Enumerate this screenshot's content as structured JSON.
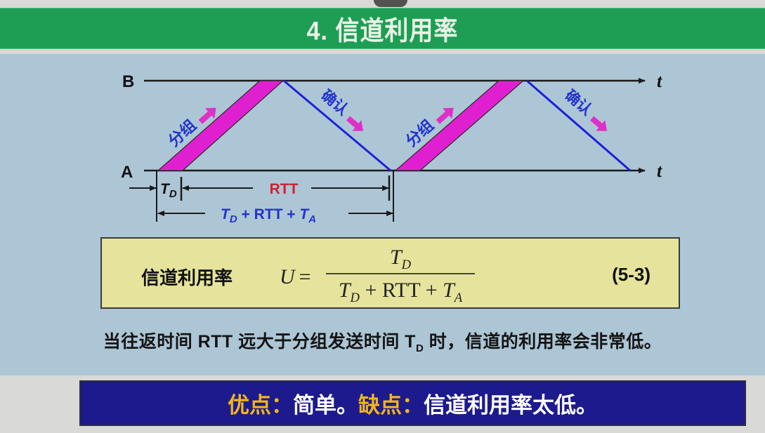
{
  "header": {
    "title": "4. 信道利用率"
  },
  "diagram": {
    "axis_b_label": "B",
    "axis_a_label": "A",
    "time_label_top": "t",
    "time_label_bottom": "t",
    "packet_label_1": "分组",
    "ack_label_1": "确认",
    "packet_label_2": "分组",
    "ack_label_2": "确认",
    "td_label_T": "T",
    "td_label_sub": "D",
    "rtt_label": "RTT",
    "total_label": {
      "T": "T",
      "D": "D",
      "plus1": " + RTT + ",
      "T2": "T",
      "A": "A"
    },
    "colors": {
      "packet": "#e020d0",
      "ack": "#2020d8",
      "rtt": "#d02030",
      "axis": "#1a1a1a",
      "label_blue": "#2233cc"
    }
  },
  "formula": {
    "label": "信道利用率",
    "lhs": "U",
    "eq": "=",
    "numerator": {
      "T": "T",
      "sub": "D"
    },
    "denominator": {
      "T1": "T",
      "sub1": "D",
      "mid": " + RTT + ",
      "T2": "T",
      "sub2": "A"
    },
    "equation_number": "(5-3)"
  },
  "statement": {
    "part1": "当往返时间 RTT 远大于分组发送时间 T",
    "sub": "D",
    "part2": " 时，信道的利用率会非常低。"
  },
  "summary": {
    "pros_label": "优点：",
    "pros_text": "简单。",
    "cons_label": "缺点：",
    "cons_text": "信道利用率太低。"
  }
}
